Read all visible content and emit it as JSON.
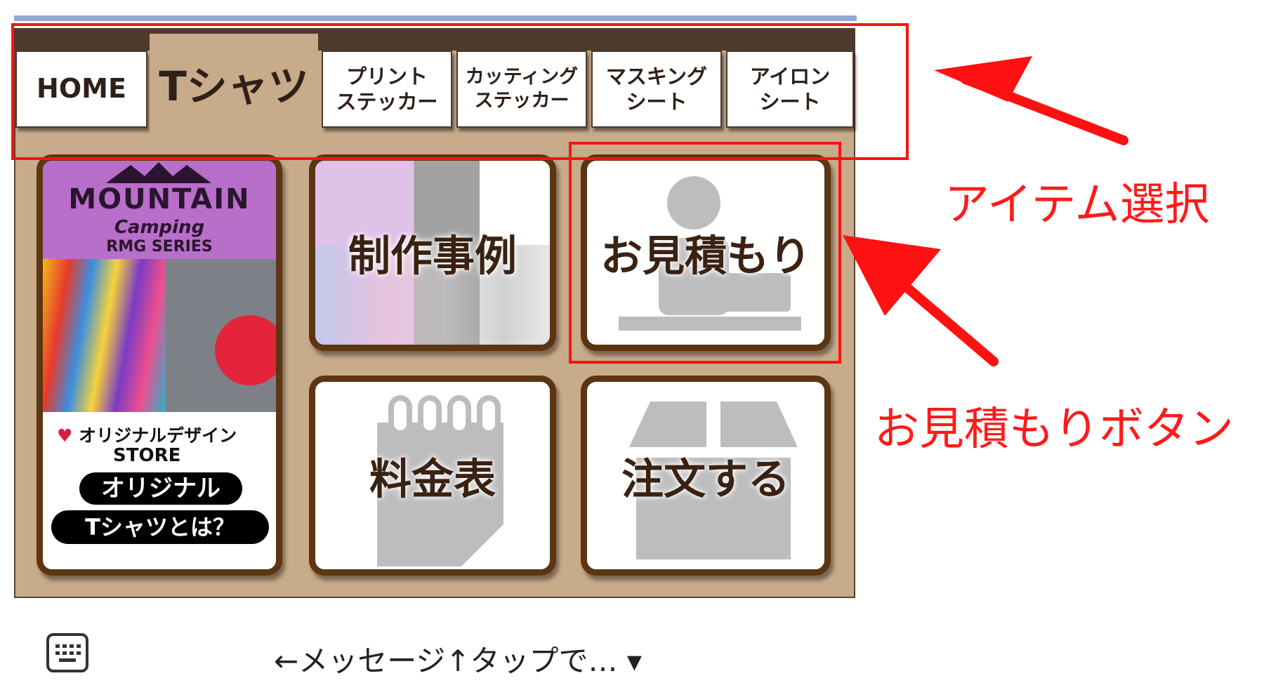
{
  "tabs": {
    "home": "HOME",
    "active": "Tシャツ",
    "print_sticker": [
      "プリント",
      "ステッカー"
    ],
    "cutting_sticker": [
      "カッティング",
      "ステッカー"
    ],
    "masking_sheet": [
      "マスキング",
      "シート"
    ],
    "iron_sheet": [
      "アイロン",
      "シート"
    ]
  },
  "tiles": {
    "original": {
      "mountain_title": "MOUNTAIN",
      "camping": "Camping",
      "series": "RMG SERIES",
      "brand_line1": "オリジナルデザイン",
      "brand_line2": "STORE",
      "pill1": "オリジナル",
      "pill2": "Tシャツとは？"
    },
    "examples": "制作事例",
    "estimate": "お見積もり",
    "price_list": "料金表",
    "order": "注文する"
  },
  "annotations": {
    "item_select": "アイテム選択",
    "estimate_button": "お見積もりボタン"
  },
  "composer": {
    "text": "←メッセージ↑タップで… ▾",
    "icon": "keyboard-icon"
  },
  "colors": {
    "panel": "#c8ab8a",
    "tab_bar": "#4e3a2c",
    "tile_border": "#5c3513",
    "annotation": "#ff1111"
  }
}
